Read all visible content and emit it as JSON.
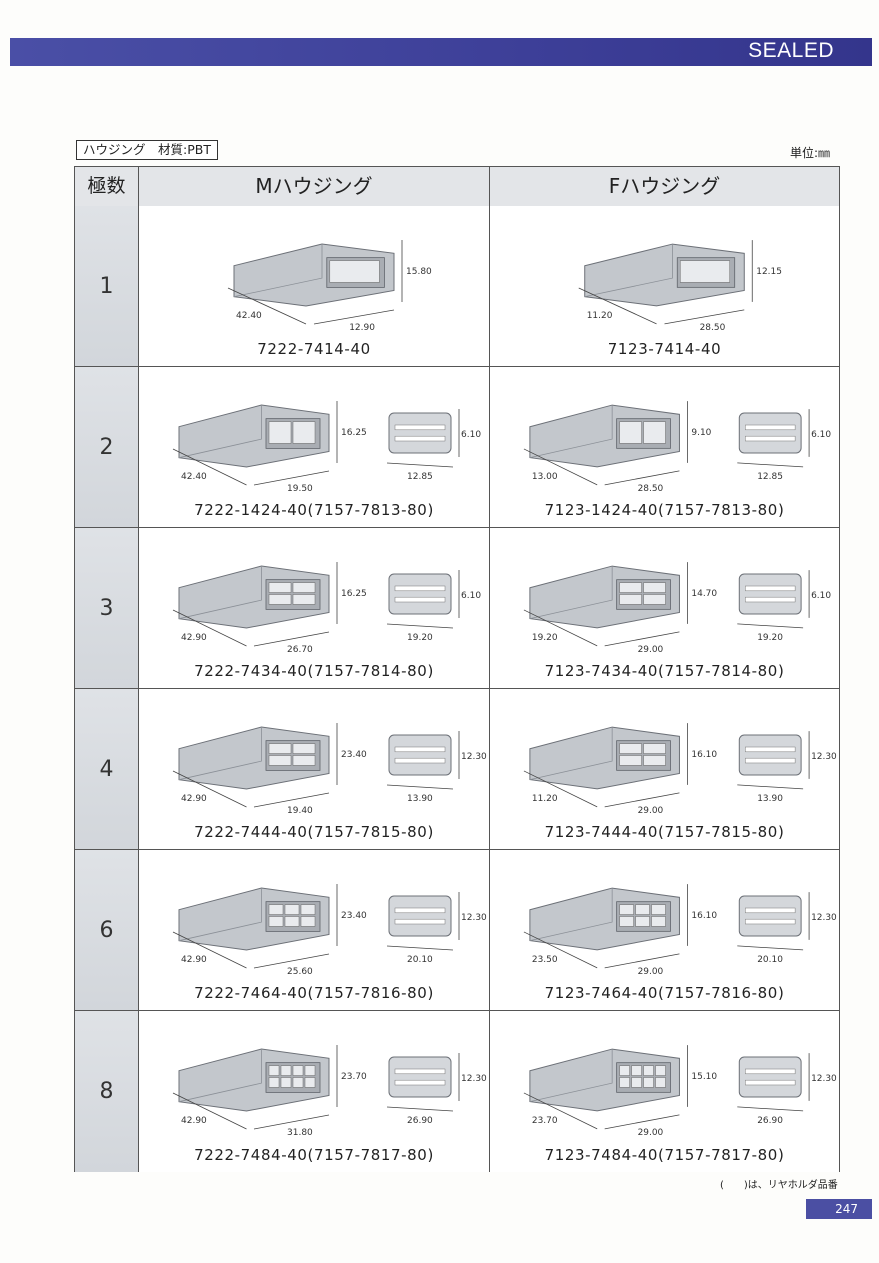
{
  "banner": {
    "title": "SEALED"
  },
  "section": {
    "label": "ハウジング　材質:PBT",
    "unit": "単位:㎜"
  },
  "table": {
    "headers": {
      "poles": "極数",
      "m_housing": "Mハウジング",
      "f_housing": "Fハウジング"
    },
    "rows": [
      {
        "poles": "1",
        "m": {
          "part": "7222-7414-40",
          "dims": [
            "15.80",
            "42.40",
            "12.90"
          ]
        },
        "f": {
          "part": "7123-7414-40",
          "dims": [
            "12.15",
            "11.20",
            "28.50"
          ]
        }
      },
      {
        "poles": "2",
        "m": {
          "part": "7222-1424-40(7157-7813-80)",
          "dims": [
            "16.25",
            "42.40",
            "19.50"
          ],
          "holder_dims": [
            "6.10",
            "12.85"
          ]
        },
        "f": {
          "part": "7123-1424-40(7157-7813-80)",
          "dims": [
            "9.10",
            "13.00",
            "28.50"
          ],
          "holder_dims": [
            "6.10",
            "12.85"
          ]
        }
      },
      {
        "poles": "3",
        "m": {
          "part": "7222-7434-40(7157-7814-80)",
          "dims": [
            "16.25",
            "42.90",
            "26.70"
          ],
          "holder_dims": [
            "6.10",
            "19.20"
          ]
        },
        "f": {
          "part": "7123-7434-40(7157-7814-80)",
          "dims": [
            "14.70",
            "19.20",
            "29.00"
          ],
          "holder_dims": [
            "6.10",
            "19.20"
          ]
        }
      },
      {
        "poles": "4",
        "m": {
          "part": "7222-7444-40(7157-7815-80)",
          "dims": [
            "23.40",
            "42.90",
            "19.40"
          ],
          "holder_dims": [
            "12.30",
            "13.90"
          ]
        },
        "f": {
          "part": "7123-7444-40(7157-7815-80)",
          "dims": [
            "16.10",
            "11.20",
            "29.00"
          ],
          "holder_dims": [
            "12.30",
            "13.90"
          ]
        }
      },
      {
        "poles": "6",
        "m": {
          "part": "7222-7464-40(7157-7816-80)",
          "dims": [
            "23.40",
            "42.90",
            "25.60"
          ],
          "holder_dims": [
            "12.30",
            "20.10"
          ]
        },
        "f": {
          "part": "7123-7464-40(7157-7816-80)",
          "dims": [
            "16.10",
            "23.50",
            "29.00"
          ],
          "holder_dims": [
            "12.30",
            "20.10"
          ]
        }
      },
      {
        "poles": "8",
        "m": {
          "part": "7222-7484-40(7157-7817-80)",
          "dims": [
            "23.70",
            "42.90",
            "31.80"
          ],
          "holder_dims": [
            "12.30",
            "26.90"
          ]
        },
        "f": {
          "part": "7123-7484-40(7157-7817-80)",
          "dims": [
            "15.10",
            "23.70",
            "29.00"
          ],
          "holder_dims": [
            "12.30",
            "26.90"
          ]
        }
      }
    ]
  },
  "footnote": "(　　)は、リヤホルダ品番",
  "page_number": "247",
  "colors": {
    "banner": "#3d3f98",
    "header_bg": "#e3e5e8",
    "pole_bg": "#d8dbe0",
    "part_gray": "#b8bcc2"
  }
}
